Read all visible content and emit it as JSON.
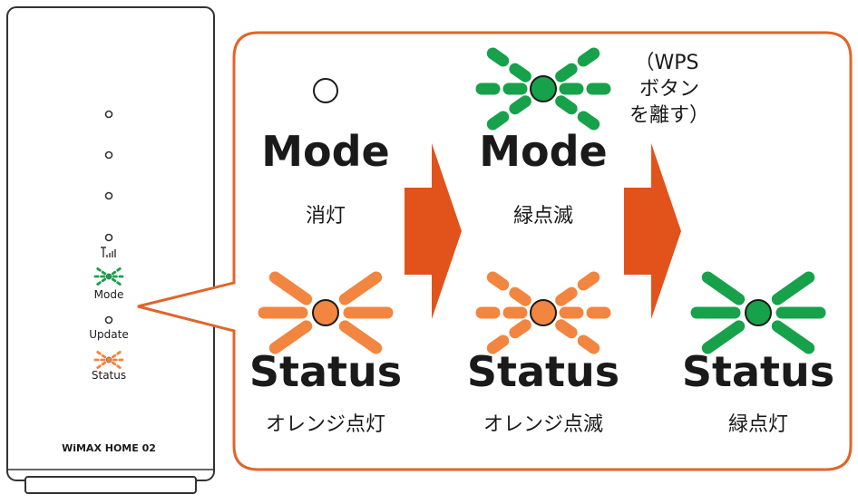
{
  "colors": {
    "green": "#17a14a",
    "orange": "#f28540",
    "arrow": "#e2521b",
    "callout_border": "#e2642a",
    "text": "#1a1a1a"
  },
  "device": {
    "model_label": "WiMAX HOME 02",
    "signal_icon": "signal-bars-icon",
    "mode_label": "Mode",
    "update_label": "Update",
    "status_label": "Status"
  },
  "steps": [
    {
      "mode_label": "Mode",
      "mode_state": "消灯",
      "status_label": "Status",
      "status_state": "オレンジ点灯"
    },
    {
      "mode_label": "Mode",
      "mode_state": "緑点滅",
      "note_lines": [
        "（WPS",
        "ボタン",
        "を離す）"
      ],
      "status_label": "Status",
      "status_state": "オレンジ点滅"
    },
    {
      "status_label": "Status",
      "status_state": "緑点灯"
    }
  ]
}
